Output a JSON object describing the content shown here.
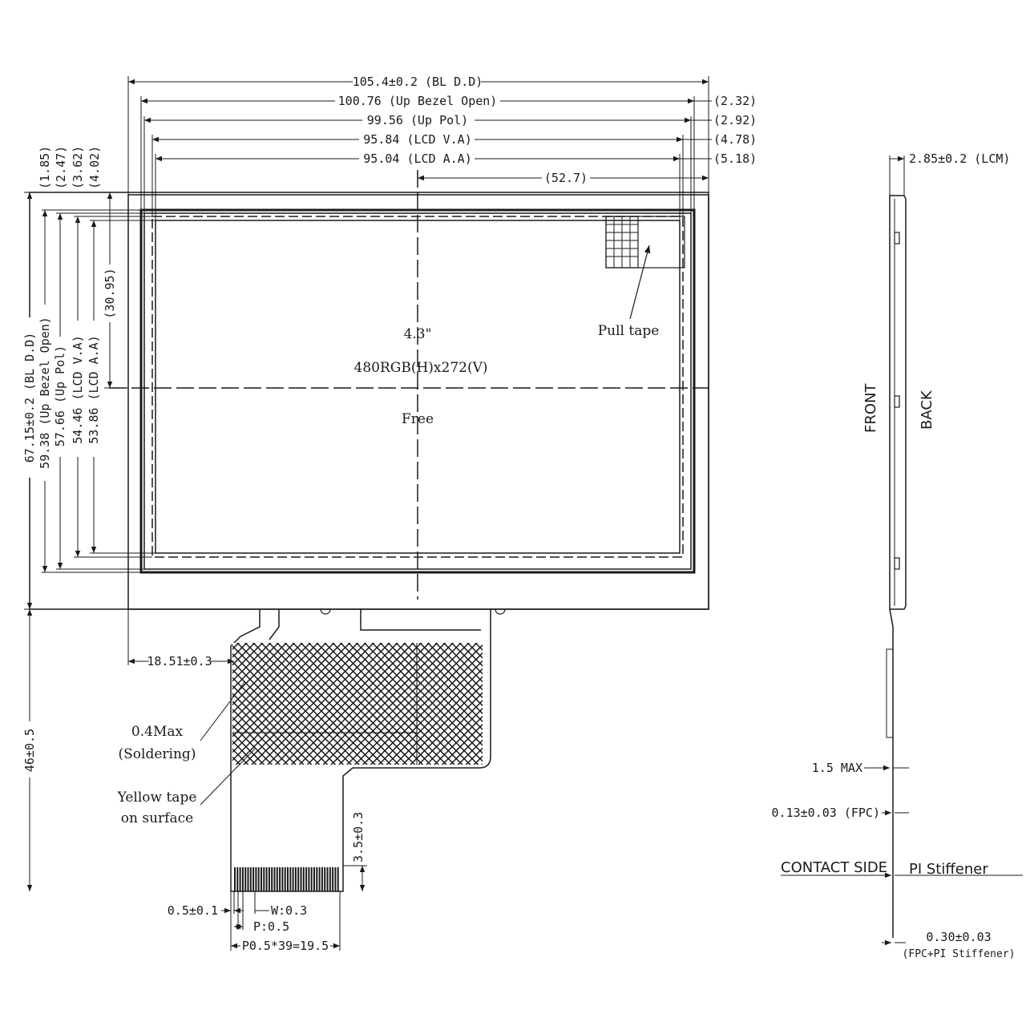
{
  "top_dimensions": {
    "bl_dd": "105.4±0.2 (BL D.D)",
    "up_bezel": "100.76 (Up Bezel Open)",
    "up_pol": "99.56 (Up Pol)",
    "lcd_va": "95.84 (LCD V.A)",
    "lcd_aa": "95.04 (LCD A.A)",
    "center_offset": "(52.7)",
    "right_2_32": "(2.32)",
    "right_2_92": "(2.92)",
    "right_4_78": "(4.78)",
    "right_5_18": "(5.18)"
  },
  "left_dimensions": {
    "bl_dd": "67.15±0.2 (BL D.D)",
    "up_bezel": "59.38 (Up Bezel Open)",
    "up_pol": "57.66 (Up Pol)",
    "lcd_va": "54.46 (LCD V.A)",
    "lcd_aa": "53.86 (LCD A.A)",
    "top_1_85": "(1.85)",
    "top_2_47": "(2.47)",
    "top_3_62": "(3.62)",
    "top_4_02": "(4.02)",
    "center_offset": "(30.95)",
    "fpc_length": "46±0.5"
  },
  "display_labels": {
    "size": "4.3\"",
    "resolution": "480RGB(H)x272(V)",
    "free": "Free",
    "pull_tape": "Pull tape"
  },
  "fpc_labels": {
    "offset": "18.51±0.3",
    "solder_max": "0.4Max",
    "soldering": "(Soldering)",
    "yellow_tape": "Yellow tape",
    "on_surface": "on surface",
    "finger_length": "3.5±0.3",
    "edge": "0.5±0.1",
    "width": "W:0.3",
    "pitch": "P:0.5",
    "total_pitch": "P0.5*39=19.5"
  },
  "side_view": {
    "thickness": "2.85±0.2 (LCM)",
    "front": "FRONT",
    "back": "BACK",
    "max_1_5": "1.5 MAX",
    "fpc_thickness": "0.13±0.03 (FPC)",
    "contact_side": "CONTACT SIDE",
    "stiffener": "PI Stiffener",
    "stiffener_total": "0.30±0.03",
    "stiffener_total_note": "(FPC+PI Stiffener)"
  },
  "colors": {
    "line": "#1a1a1a",
    "background": "#ffffff"
  }
}
